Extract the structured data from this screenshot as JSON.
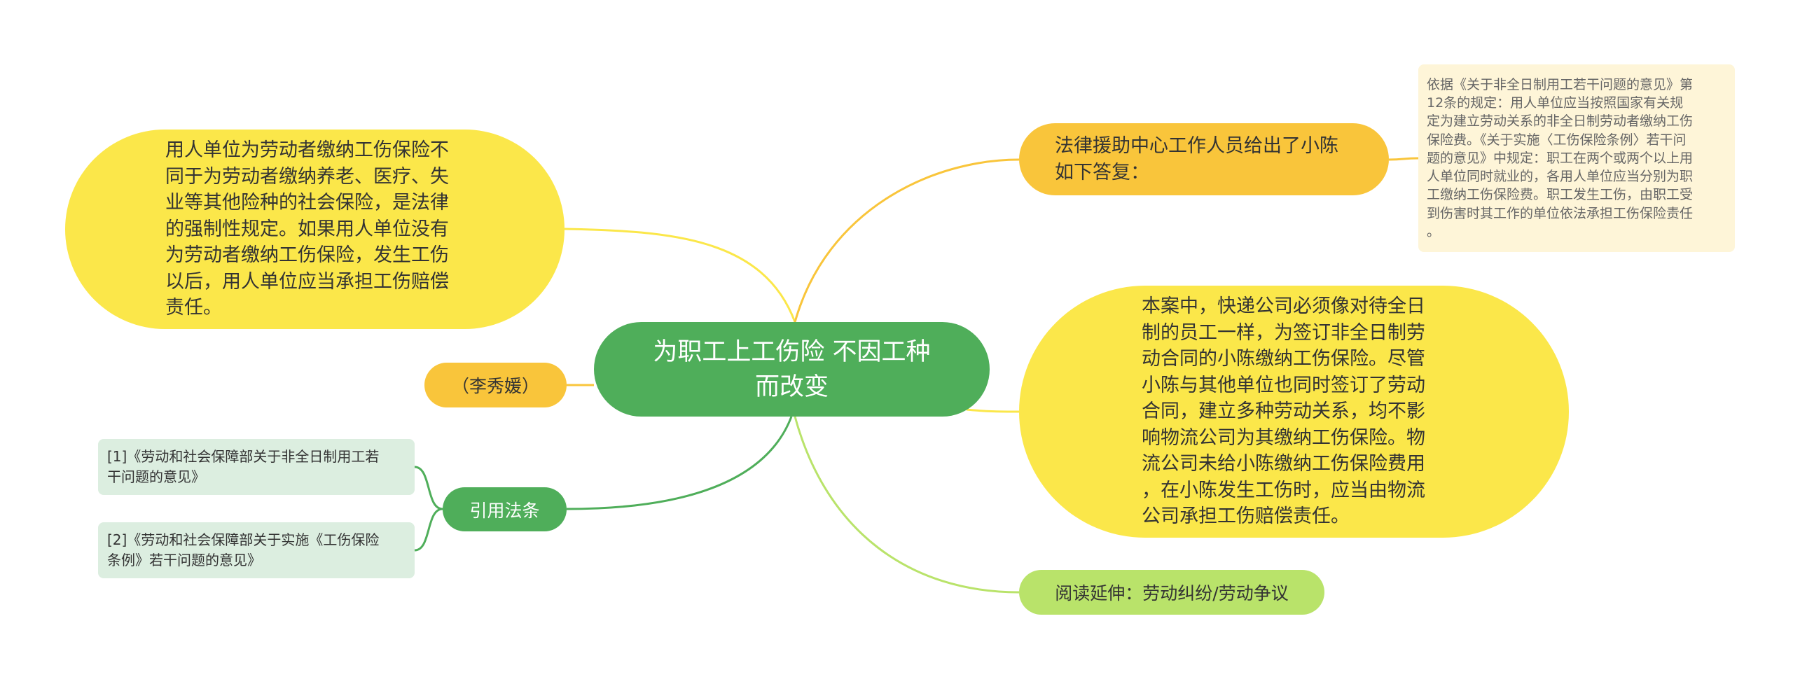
{
  "center": {
    "label": "为职工上工伤险 不因工种\n而改变"
  },
  "left_note": {
    "text": "用人单位为劳动者缴纳工伤保险不\n同于为劳动者缴纳养老、医疗、失\n业等其他险种的社会保险，是法律\n的强制性规定。如果用人单位没有\n为劳动者缴纳工伤保险，发生工伤\n以后，用人单位应当承担工伤赔偿\n责任。"
  },
  "author": {
    "text": "（李秀媛）"
  },
  "citations": {
    "label": "引用法条",
    "items": [
      {
        "text": "[1]《劳动和社会保障部关于非全日制用工若\n干问题的意见》"
      },
      {
        "text": "[2]《劳动和社会保障部关于实施《工伤保险\n条例》若干问题的意见》"
      }
    ]
  },
  "reply": {
    "text": "法律援助中心工作人员给出了小陈\n如下答复："
  },
  "law_note": {
    "text": "依据《关于非全日制用工若干问题的意见》第\n12条的规定：用人单位应当按照国家有关规\n定为建立劳动关系的非全日制劳动者缴纳工伤\n保险费。《关于实施〈工伤保险条例〉若干问\n题的意见》中规定：职工在两个或两个以上用\n人单位同时就业的，各用人单位应当分别为职\n工缴纳工伤保险费。职工发生工伤，由职工受\n到伤害时其工作的单位依法承担工伤保险责任\n。"
  },
  "case": {
    "text": "本案中，快递公司必须像对待全日\n制的员工一样，为签订非全日制劳\n动合同的小陈缴纳工伤保险。尽管\n小陈与其他单位也同时签订了劳动\n合同，建立多种劳动关系，均不影\n响物流公司为其缴纳工伤保险。物\n流公司未给小陈缴纳工伤保险费用\n，在小陈发生工伤时，应当由物流\n公司承担工伤赔偿责任。"
  },
  "further": {
    "text": "阅读延伸：劳动纠纷/劳动争议"
  },
  "colors": {
    "center": "#4fae5a",
    "yellow": "#fbe74a",
    "orange": "#f9c53b",
    "light_green": "#b9e36a",
    "note_bg": "#fef5d8",
    "citation_bg": "#dceee0"
  }
}
